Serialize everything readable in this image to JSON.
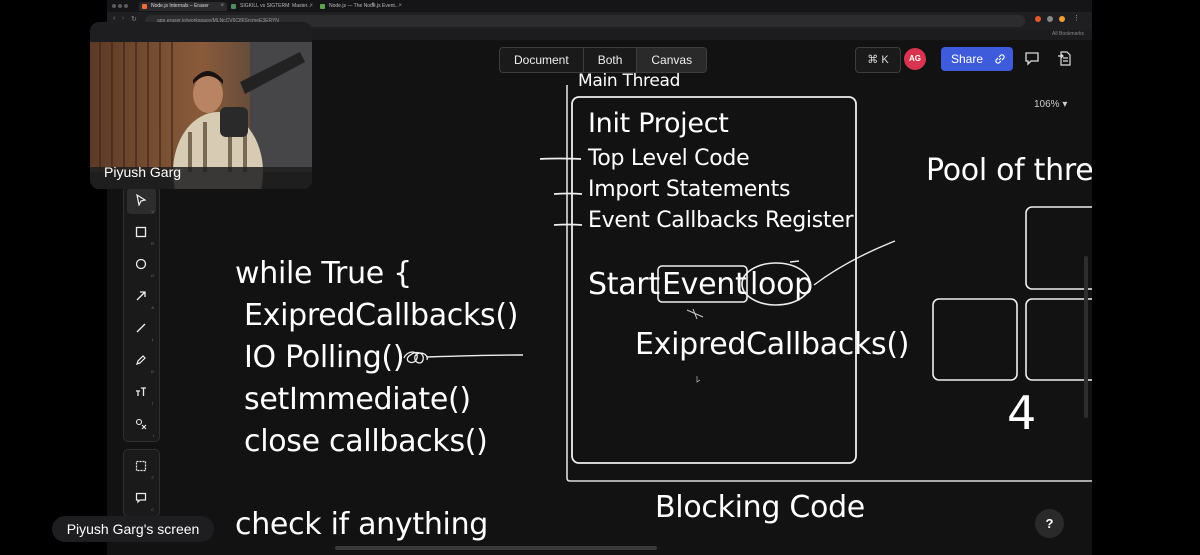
{
  "browser": {
    "tabs": [
      {
        "label": "Node.js Internals – Eraser",
        "active": true
      },
      {
        "label": "SIGKILL vs SIGTERM: Master...",
        "active": false
      },
      {
        "label": "Node.js — The Node.js Event...",
        "active": false
      }
    ],
    "new_tab": "+",
    "url": "app.eraser.io/workspace/MLNcCV6C86SrcmeE3ERYN",
    "bookmarks_label": "All Bookmarks"
  },
  "view_toggle": {
    "document": "Document",
    "both": "Both",
    "canvas": "Canvas",
    "selected": "Canvas"
  },
  "topbar": {
    "cmdk": "⌘ K",
    "avatar_initials": "AG",
    "share": "Share",
    "zoom": "106%",
    "zoom_caret": "▾"
  },
  "toolbar": {
    "keys": [
      "V",
      "R",
      "O",
      "A",
      "L",
      "D",
      "T",
      "I",
      "F",
      "C"
    ]
  },
  "webcam": {
    "name": "Piyush Garg"
  },
  "screen_share_label": "Piyush Garg's screen",
  "canvas": {
    "main_thread_title": "Main Thread",
    "init_project": "Init Project",
    "top_level_code": "Top Level Code",
    "import_statements": "Import Statements",
    "event_callbacks": "Event Callbacks Register",
    "start": "Start",
    "event": "Event",
    "loop": "loop",
    "expired_callbacks_inner": "ExipredCallbacks()",
    "pool_title": "Pool of threa",
    "pool_count": "4",
    "while_true": "while True {",
    "loop_lines": [
      "ExipredCallbacks()",
      "IO Polling()",
      "setImmediate()",
      "close callbacks()"
    ],
    "check_line": "check if anything",
    "blocking_code": "Blocking Code"
  },
  "help": "?"
}
